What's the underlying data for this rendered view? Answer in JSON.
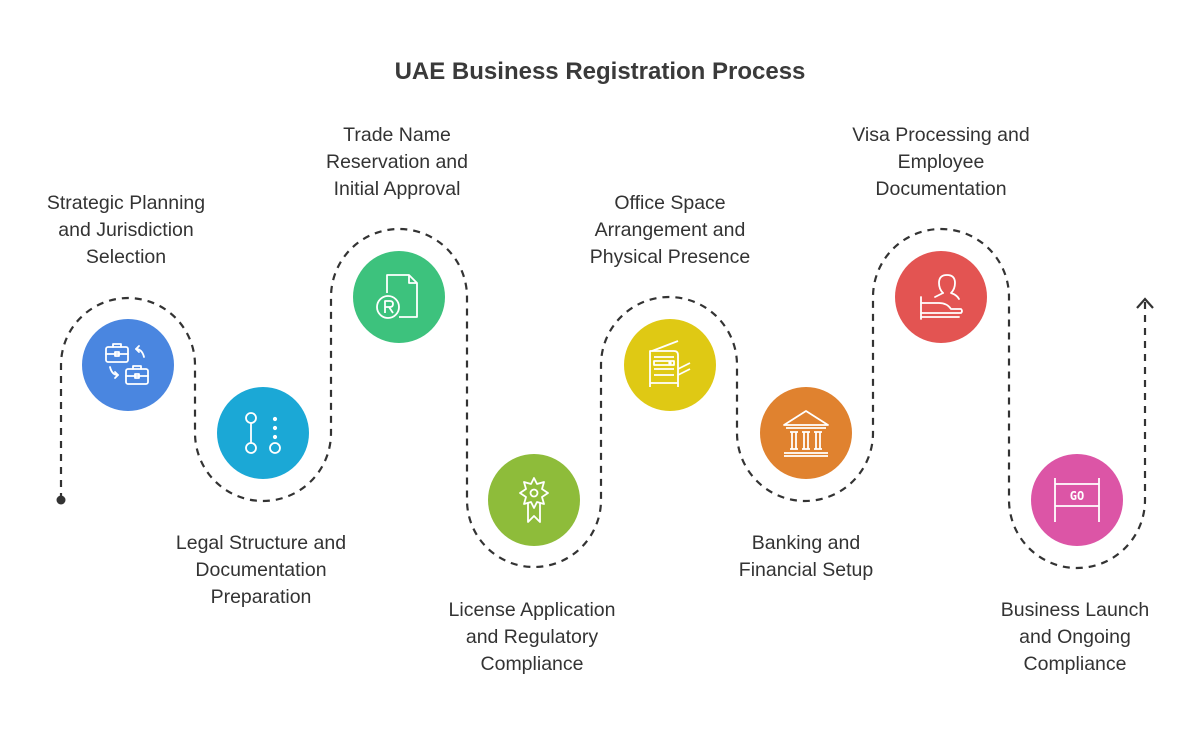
{
  "title": "UAE Business Registration Process",
  "steps": [
    {
      "label_lines": [
        "Strategic Planning",
        "and Jurisdiction",
        "Selection"
      ],
      "icon": "briefcase-swap-icon",
      "color": "#4a86e0"
    },
    {
      "label_lines": [
        "Legal Structure and",
        "Documentation",
        "Preparation"
      ],
      "icon": "structure-nodes-icon",
      "color": "#1ba8d6"
    },
    {
      "label_lines": [
        "Trade Name",
        "Reservation and",
        "Initial Approval"
      ],
      "icon": "registered-document-icon",
      "color": "#3dc27d"
    },
    {
      "label_lines": [
        "License Application",
        "and Regulatory",
        "Compliance"
      ],
      "icon": "award-ribbon-icon",
      "color": "#8ebc3a"
    },
    {
      "label_lines": [
        "Office Space",
        "Arrangement and",
        "Physical Presence"
      ],
      "icon": "copier-icon",
      "color": "#dfc914"
    },
    {
      "label_lines": [
        "Banking and",
        "Financial Setup"
      ],
      "icon": "bank-icon",
      "color": "#e0822f"
    },
    {
      "label_lines": [
        "Visa Processing and",
        "Employee",
        "Documentation"
      ],
      "icon": "person-hand-icon",
      "color": "#e35452"
    },
    {
      "label_lines": [
        "Business Launch",
        "and Ongoing",
        "Compliance"
      ],
      "icon": "go-sign-icon",
      "color": "#dc55a6",
      "icon_text": "GO"
    }
  ]
}
